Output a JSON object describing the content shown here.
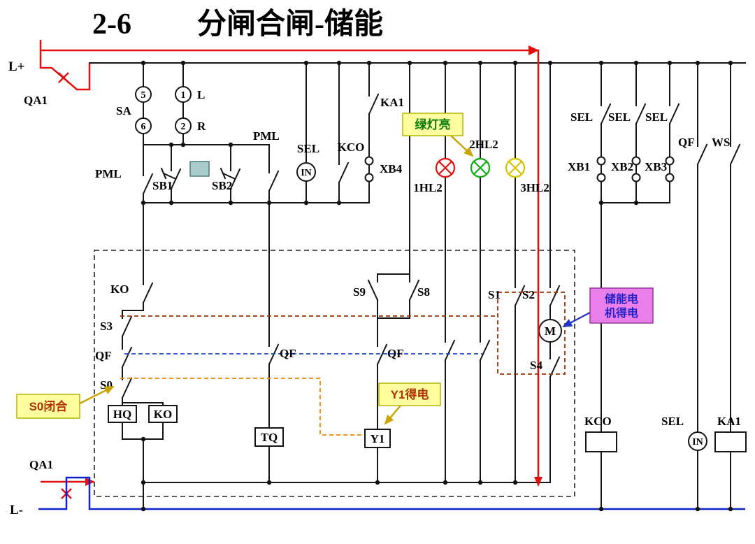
{
  "title": {
    "index": "2-6",
    "name": "分闸合闸-储能"
  },
  "rails": {
    "positive": "L+",
    "negative": "L-"
  },
  "labels": {
    "qa1": "QA1",
    "sa": "SA",
    "sa_5": "5",
    "sa_1": "1",
    "sa_6": "6",
    "sa_2": "2",
    "sa_left": "L",
    "sa_right": "R",
    "pml": "PML",
    "sb1": "SB1",
    "sb2": "SB2",
    "sel": "SEL",
    "kco": "KCO",
    "in": "IN",
    "xb4": "XB4",
    "ka1": "KA1",
    "hl2_1": "1HL2",
    "hl2_2": "2HL2",
    "hl2_3": "3HL2",
    "xb1": "XB1",
    "xb2": "XB2",
    "xb3": "XB3",
    "qf": "QF",
    "ws": "WS",
    "ko": "KO",
    "s3": "S3",
    "s0": "S0",
    "s9": "S9",
    "s8": "S8",
    "s1": "S1",
    "s2": "S2",
    "s4": "S4",
    "hq": "HQ",
    "tq": "TQ",
    "y1": "Y1",
    "m": "M"
  },
  "callouts": {
    "green_lamp_on": "绿灯亮",
    "motor_line1": "储能电",
    "motor_line2": "机得电",
    "s0_closed": "S0闭合",
    "y1_energized": "Y1得电"
  },
  "colors": {
    "energized_path": "#e01010",
    "negative_rail": "#1122cc",
    "lamp_red": "#dd1111",
    "lamp_green": "#11aa11",
    "lamp_yellow": "#d4c400",
    "callout_yellow_bg": "#ffffa0",
    "callout_pink_bg": "#ea7fea",
    "link_brown": "#993300",
    "link_blue": "#2244cc",
    "link_orange": "#ee8800"
  }
}
